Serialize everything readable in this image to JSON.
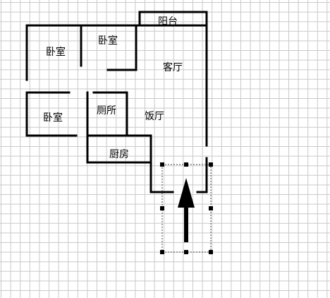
{
  "colors": {
    "background": "#ffffff",
    "grid": "#c9c9c9",
    "wall": "#000000",
    "selection": "#000000"
  },
  "rooms": [
    {
      "id": "balcony",
      "label": "阳台"
    },
    {
      "id": "bedroom-1",
      "label": "卧室"
    },
    {
      "id": "bedroom-2",
      "label": "卧室"
    },
    {
      "id": "living-room",
      "label": "客厅"
    },
    {
      "id": "bedroom-3",
      "label": "卧室"
    },
    {
      "id": "toilet",
      "label": "厕所"
    },
    {
      "id": "dining-room",
      "label": "饭厅"
    },
    {
      "id": "kitchen",
      "label": "厨房"
    }
  ],
  "entrance": {
    "icon": "entrance-arrow-icon",
    "selected": true
  }
}
